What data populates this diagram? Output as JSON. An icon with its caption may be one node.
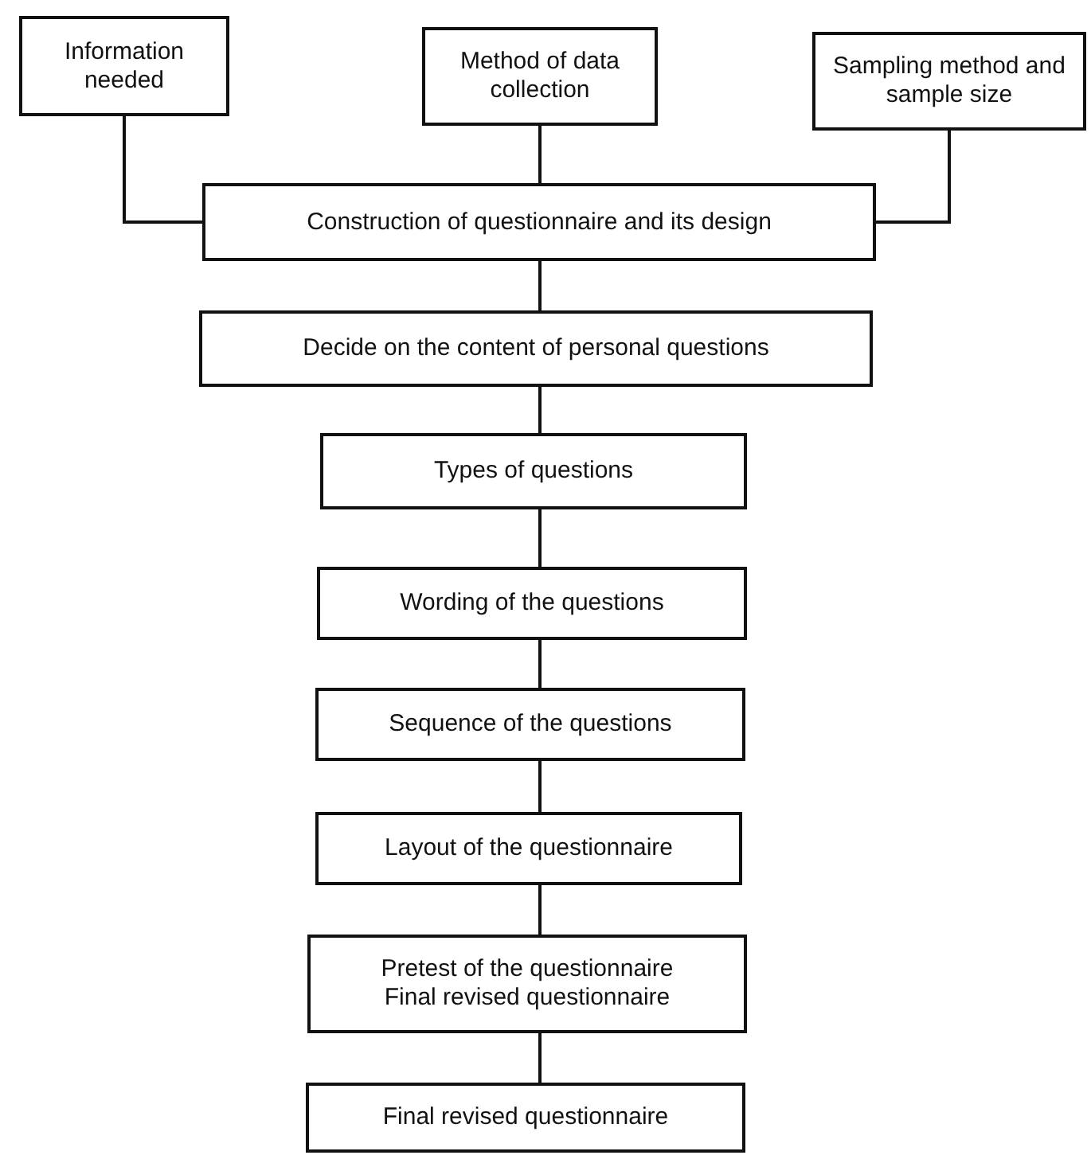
{
  "diagram": {
    "nodes": [
      {
        "text": [
          "Information needed"
        ]
      },
      {
        "text": [
          "Method of data collection"
        ]
      },
      {
        "text": [
          "Sampling method and sample size"
        ]
      },
      {
        "text": [
          "Construction of questionnaire and its design"
        ]
      },
      {
        "text": [
          "Decide on the content of personal questions"
        ]
      },
      {
        "text": [
          "Types of questions"
        ]
      },
      {
        "text": [
          "Wording of the questions"
        ]
      },
      {
        "text": [
          "Sequence of the questions"
        ]
      },
      {
        "text": [
          "Layout of the questionnaire"
        ]
      },
      {
        "text": [
          "Pretest of the questionnaire",
          "Final revised questionnaire"
        ]
      },
      {
        "text": [
          "Final revised questionnaire"
        ]
      }
    ],
    "edges": [
      {
        "from": 0,
        "to": 3,
        "arrow": "none"
      },
      {
        "from": 1,
        "to": 3,
        "arrow": "none"
      },
      {
        "from": 2,
        "to": 3,
        "arrow": "none"
      },
      {
        "from": 3,
        "to": 4,
        "arrow": "none"
      },
      {
        "from": 4,
        "to": 5,
        "arrow": "none"
      },
      {
        "from": 5,
        "to": 6,
        "arrow": "none"
      },
      {
        "from": 6,
        "to": 7,
        "arrow": "none"
      },
      {
        "from": 7,
        "to": 8,
        "arrow": "none"
      },
      {
        "from": 8,
        "to": 9,
        "arrow": "none"
      },
      {
        "from": 9,
        "to": 10,
        "arrow": "none"
      }
    ]
  }
}
